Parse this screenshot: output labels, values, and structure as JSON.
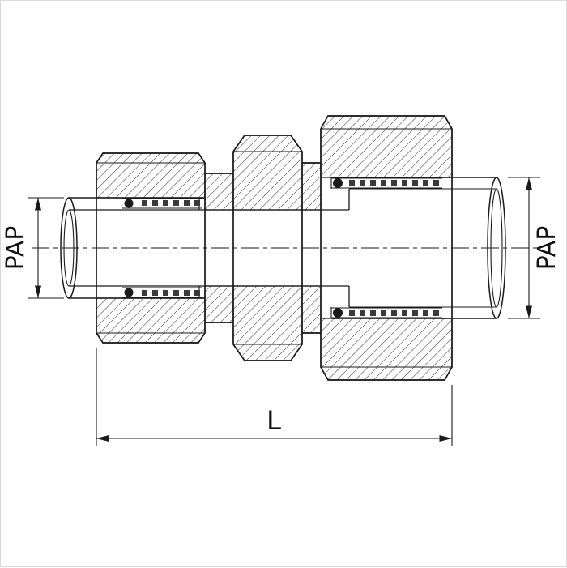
{
  "drawing": {
    "labels": {
      "pap_left": "PAP",
      "pap_right": "PAP",
      "length": "L"
    },
    "colors": {
      "line": "#1a1a1a",
      "background": "#ffffff"
    }
  }
}
